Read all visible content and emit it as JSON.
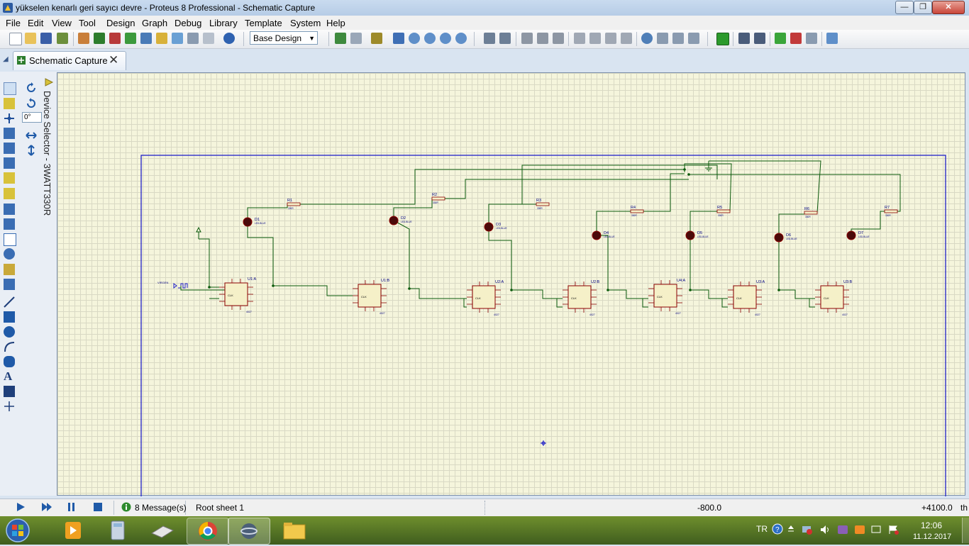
{
  "window": {
    "title": "yükselen kenarlı geri sayıcı devre - Proteus 8 Professional - Schematic Capture",
    "minimize": "—",
    "maximize": "❐",
    "close": "✕"
  },
  "menu": [
    "File",
    "Edit",
    "View",
    "Tool",
    "Design",
    "Graph",
    "Debug",
    "Library",
    "Template",
    "System",
    "Help"
  ],
  "toolbar": {
    "design_select": "Base Design"
  },
  "tabs": [
    {
      "label": "Schematic Capture",
      "close": "✕"
    }
  ],
  "left_panel": {
    "rotation_value": "0°",
    "device_selector_label": "Device Selector - 3WATT330R"
  },
  "schematic": {
    "components": [
      {
        "ref": "U1:A",
        "part": "4027"
      },
      {
        "ref": "U1:B",
        "part": "4027"
      },
      {
        "ref": "U2:A",
        "part": "4027"
      },
      {
        "ref": "U2:B",
        "part": "4027"
      },
      {
        "ref": "U4:A",
        "part": "4027"
      },
      {
        "ref": "U3:A",
        "part": "4027"
      },
      {
        "ref": "U3:B",
        "part": "4027"
      }
    ],
    "leds": [
      {
        "ref": "D1",
        "part": "LED-BLUE"
      },
      {
        "ref": "D2",
        "part": "LED-BLUE"
      },
      {
        "ref": "D3",
        "part": "LED-BLUE"
      },
      {
        "ref": "D4",
        "part": "LED-BLUE"
      },
      {
        "ref": "D5",
        "part": "LED-BLUE"
      },
      {
        "ref": "D6",
        "part": "LED-BLUE"
      },
      {
        "ref": "D7",
        "part": "LED-BLUE"
      }
    ],
    "resistors": [
      {
        "ref": "R1",
        "value": "330R"
      },
      {
        "ref": "R2",
        "value": "330R"
      },
      {
        "ref": "R3",
        "value": "330R"
      },
      {
        "ref": "R4",
        "value": "330R"
      },
      {
        "ref": "R5",
        "value": "330R"
      },
      {
        "ref": "R6",
        "value": "330R"
      },
      {
        "ref": "R7",
        "value": "330R"
      }
    ],
    "clock_pin_label": "CLK",
    "generator_label": "VIRGEN",
    "colors": {
      "wire": "#0b5a0b",
      "component_outline": "#8b0000",
      "component_fill": "#f5f0c8",
      "led": "#4a0a0a",
      "sheet_border": "#1f1fc8",
      "label": "#000080"
    }
  },
  "status": {
    "messages": "8 Message(s)",
    "sheet": "Root sheet 1",
    "coord_x": "-800.0",
    "coord_y": "+4100.0",
    "unit": "th"
  },
  "taskbar": {
    "language": "TR",
    "time": "12:06",
    "date": "11.12.2017"
  }
}
